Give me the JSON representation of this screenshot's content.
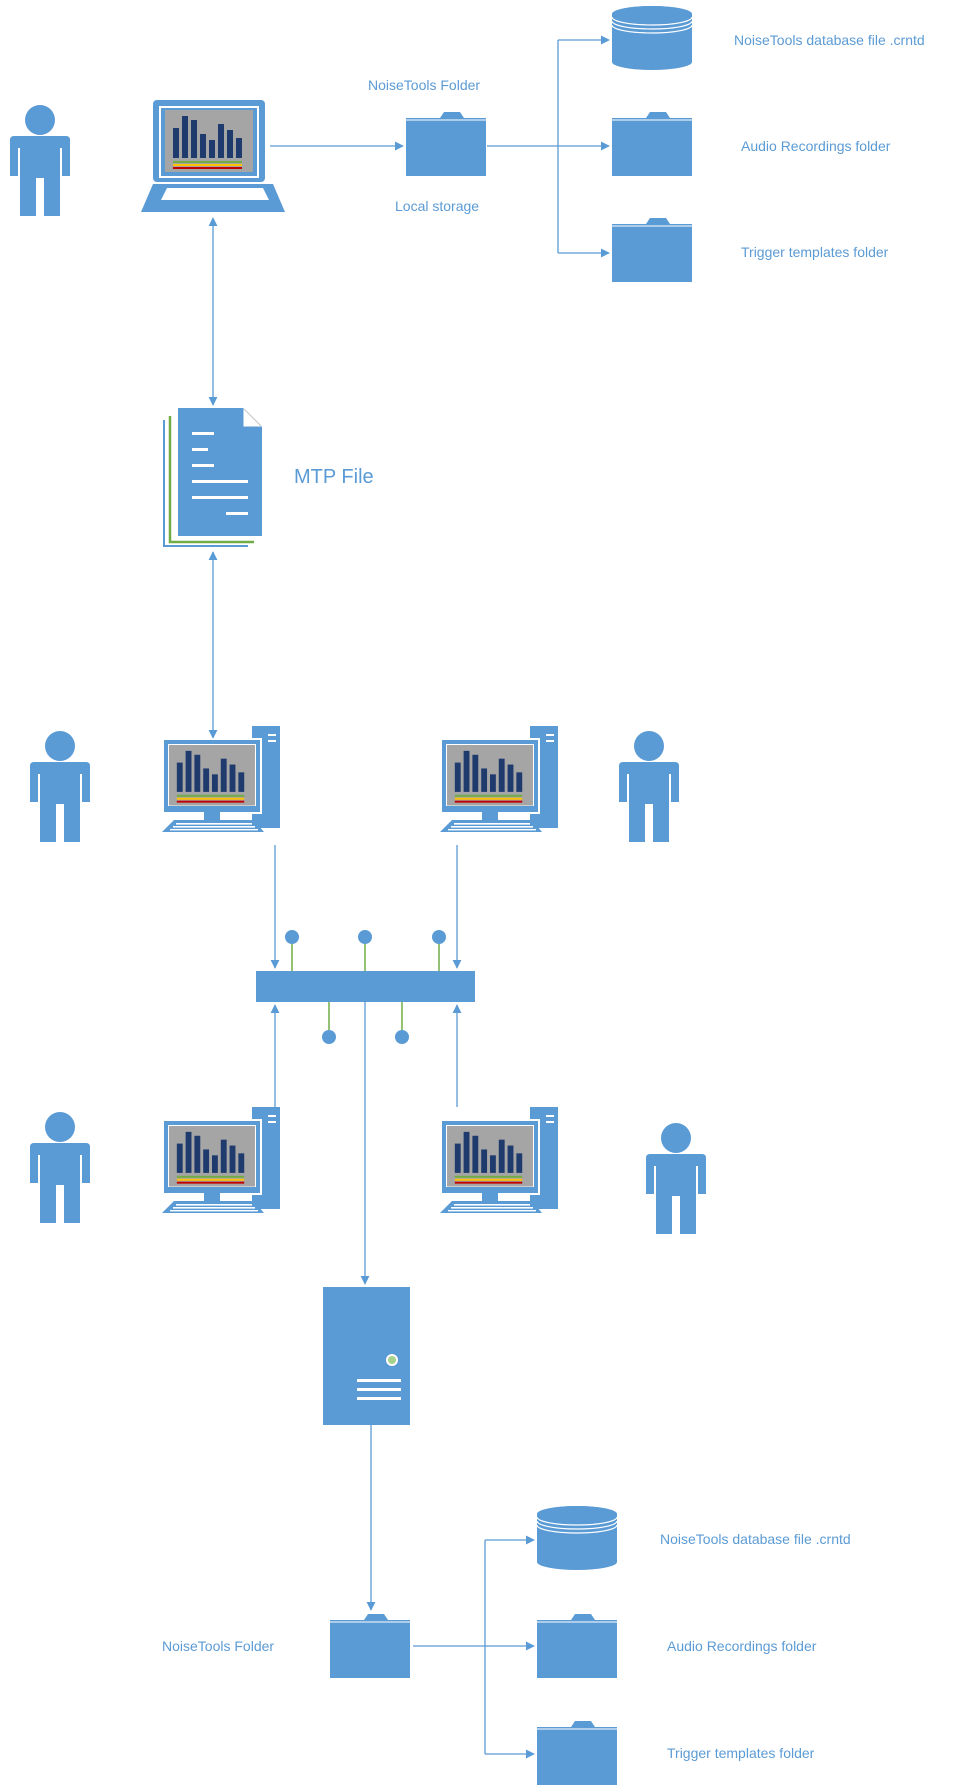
{
  "labels": {
    "top_folder": "NoiseTools Folder",
    "top_local_storage": "Local storage",
    "top_db": "NoiseTools database file .crntd",
    "top_audio": "Audio Recordings folder",
    "top_trigger": "Trigger templates folder",
    "mtp_file": "MTP File",
    "bottom_folder": "NoiseTools Folder",
    "bottom_db": "NoiseTools database file .crntd",
    "bottom_audio": "Audio Recordings folder",
    "bottom_trigger": "Trigger templates folder"
  },
  "colors": {
    "primary": "#5b9bd5",
    "navy": "#1f3b6e",
    "screen_gray": "#a5a5a5",
    "accent_green": "#70ad47",
    "accent_yellow": "#ffc000",
    "accent_red": "#c00000"
  },
  "icons": [
    "person-icon",
    "laptop-icon",
    "folder-icon",
    "database-icon",
    "document-stack-icon",
    "desktop-computer-icon",
    "network-switch-icon",
    "server-icon"
  ]
}
